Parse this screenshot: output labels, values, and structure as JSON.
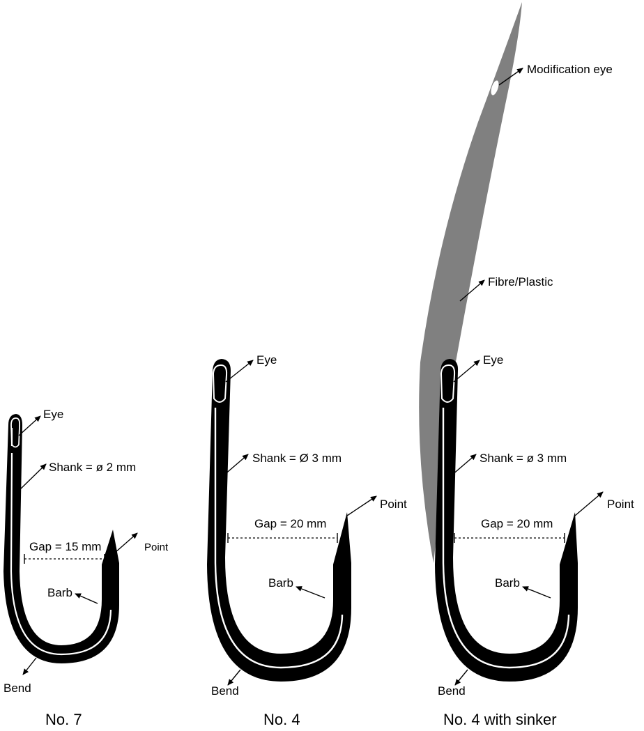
{
  "hooks": [
    {
      "caption": "No. 7",
      "labels": {
        "eye": "Eye",
        "shank": "Shank = ø 2 mm",
        "gap": "Gap = 15 mm",
        "point": "Point",
        "barb": "Barb",
        "bend": "Bend"
      }
    },
    {
      "caption": "No. 4",
      "labels": {
        "eye": "Eye",
        "shank": "Shank = Ø 3 mm",
        "gap": "Gap = 20 mm",
        "point": "Point",
        "barb": "Barb",
        "bend": "Bend"
      }
    },
    {
      "caption": "No. 4 with sinker",
      "labels": {
        "eye": "Eye",
        "shank": "Shank = ø 3 mm",
        "gap": "Gap = 20 mm",
        "point": "Point",
        "barb": "Barb",
        "bend": "Bend",
        "sinker": "Fibre/Plastic",
        "modification_eye": "Modification eye"
      }
    }
  ],
  "colors": {
    "hook": "#000000",
    "hook_highlight": "#ffffff",
    "sinker": "#808080"
  }
}
